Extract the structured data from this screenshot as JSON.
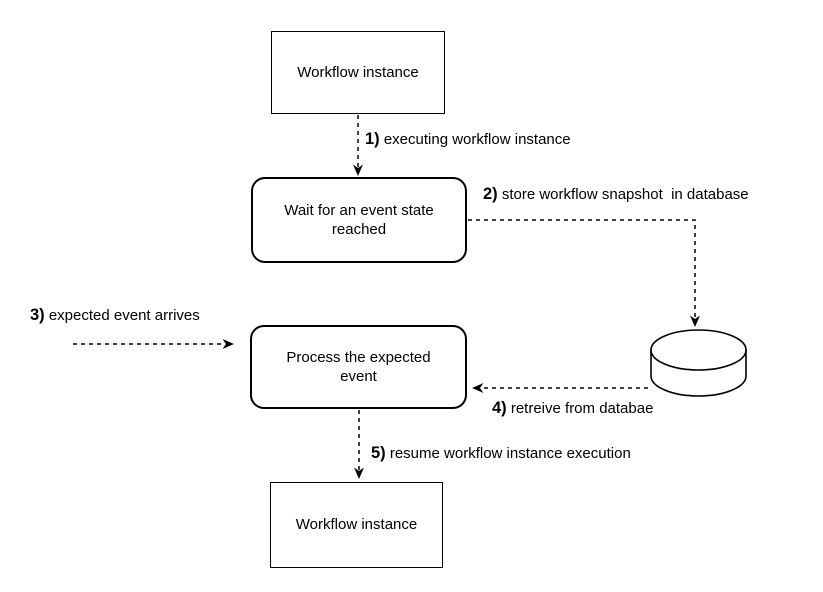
{
  "diagram": {
    "title": "workflow event persistence flow",
    "background_color": "#ffffff",
    "stroke_color": "#000000",
    "text_color": "#000000"
  },
  "nodes": [
    {
      "id": "workflow-instance-top",
      "shape": "rectangle",
      "label": "Workflow instance"
    },
    {
      "id": "wait-event-state",
      "shape": "rounded-rectangle",
      "label": "Wait for an event state\nreached"
    },
    {
      "id": "process-expected-event",
      "shape": "rounded-rectangle",
      "label": "Process the expected\nevent"
    },
    {
      "id": "workflow-instance-bottom",
      "shape": "rectangle",
      "label": "Workflow instance"
    },
    {
      "id": "database",
      "shape": "cylinder",
      "label": ""
    }
  ],
  "edges": [
    {
      "num": "1)",
      "text": " executing workflow instance"
    },
    {
      "num": "2)",
      "text": " store workflow snapshot  in database"
    },
    {
      "num": "3)",
      "text": " expected event arrives"
    },
    {
      "num": "4)",
      "text": " retreive from databae"
    },
    {
      "num": "5)",
      "text": " resume workflow instance execution"
    }
  ]
}
